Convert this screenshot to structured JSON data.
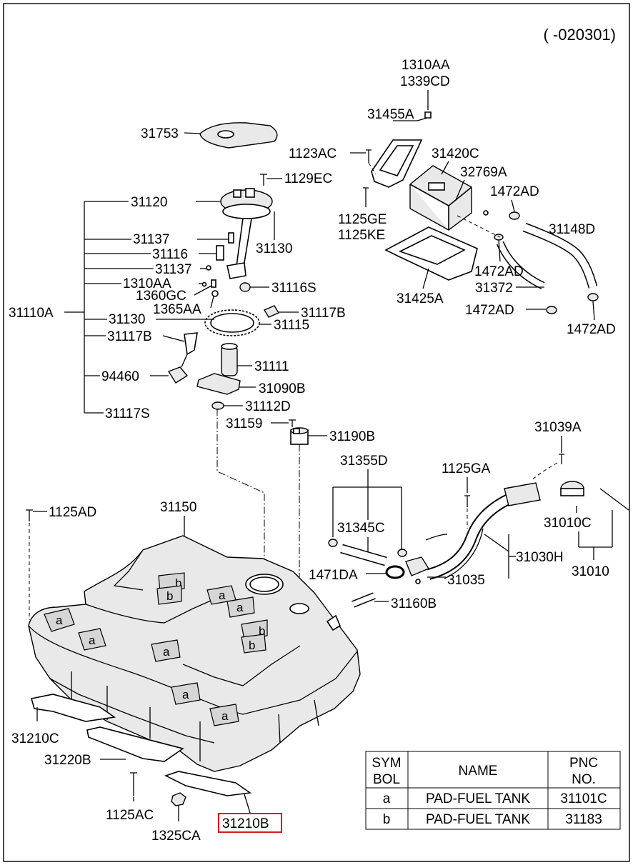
{
  "header": {
    "date_range": "( -020301)"
  },
  "callouts": {
    "c31753": "31753",
    "c1129EC": "1129EC",
    "c31120": "31120",
    "c31137a": "31137",
    "c31116": "31116",
    "c31137b": "31137",
    "c1310AA_left": "1310AA",
    "c1360GC": "1360GC",
    "c1365AA": "1365AA",
    "c31110A": "31110A",
    "c31130_left": "31130",
    "c31117B_left": "31117B",
    "c94460": "94460",
    "c31117S": "31117S",
    "c31130_right": "31130",
    "c31116S": "31116S",
    "c31117B_right": "31117B",
    "c31115": "31115",
    "c31111": "31111",
    "c31090B": "31090B",
    "c31112D": "31112D",
    "c31159": "31159",
    "c31190B": "31190B",
    "c1310AA_top": "1310AA",
    "c1339CD": "1339CD",
    "c31455A": "31455A",
    "c1123AC": "1123AC",
    "c31420C": "31420C",
    "c32769A": "32769A",
    "c1472AD_a": "1472AD",
    "c1125GE": "1125GE",
    "c1125KE": "1125KE",
    "c31148D": "31148D",
    "c1472AD_b": "1472AD",
    "c31372": "31372",
    "c31425A": "31425A",
    "c1472AD_c": "1472AD",
    "c1472AD_d": "1472AD",
    "c31039A": "31039A",
    "c1125GA": "1125GA",
    "c31355D": "31355D",
    "c31345C": "31345C",
    "c31010C": "31010C",
    "c31030H": "31030H",
    "c31010": "31010",
    "c1471DA": "1471DA",
    "c31035": "31035",
    "c31160B": "31160B",
    "c1125AD": "1125AD",
    "c31150": "31150",
    "c31210C": "31210C",
    "c31220B": "31220B",
    "c1125AC": "1125AC",
    "c1325CA": "1325CA",
    "c31210B": "31210B"
  },
  "pad_markers": {
    "a": "a",
    "b": "b"
  },
  "legend": {
    "headers": {
      "sym_line1": "SYM",
      "sym_line2": "BOL",
      "name": "NAME",
      "pnc_line1": "PNC",
      "pnc_line2": "NO."
    },
    "rows": [
      {
        "symbol": "a",
        "name": "PAD-FUEL TANK",
        "pnc": "31101C"
      },
      {
        "symbol": "b",
        "name": "PAD-FUEL TANK",
        "pnc": "31183"
      }
    ]
  },
  "highlight": {
    "color": "#d71920",
    "part": "31210B"
  }
}
